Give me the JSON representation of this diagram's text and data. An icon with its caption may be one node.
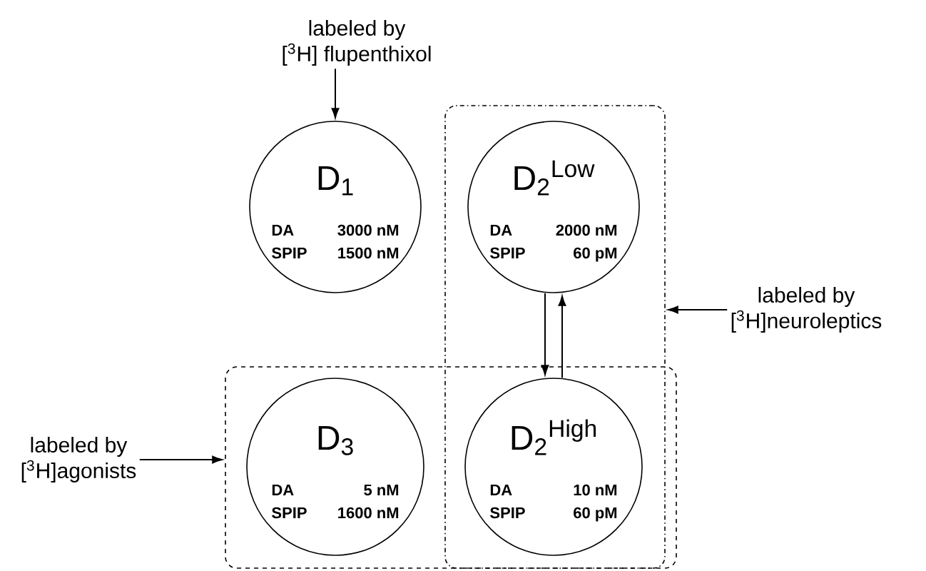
{
  "diagram": {
    "nodes": [
      {
        "text": [
          "labeled by",
          "[$^{3}$H] flupenthixol"
        ]
      },
      {
        "text": [
          "D$_{1}$",
          "DA",
          "3000 nM",
          "SPIP",
          "1500 nM"
        ]
      },
      {
        "text": [],
        "shape": "box"
      },
      {
        "text": [
          "D$_{2}$$^{Low}$",
          "DA",
          "2000 nM",
          "SPIP",
          "60 pM"
        ],
        "in": 2
      },
      {
        "text": [
          "labeled by",
          "[$^{3}$H]neuroleptics"
        ]
      },
      {
        "text": [
          "labeled by",
          "[$^{3}$H]agonists"
        ]
      },
      {
        "text": [],
        "shape": "box"
      },
      {
        "text": [
          "D$_{3}$",
          "DA",
          "5 nM",
          "SPIP",
          "1600 nM"
        ],
        "in": 6
      },
      {
        "text": [
          "D$_{2}$$^{High}$",
          "DA",
          "10 nM",
          "SPIP",
          "60 pM"
        ]
      }
    ],
    "edges": [
      {
        "from": 0,
        "to": 1,
        "arrow": "to"
      },
      {
        "from": 4,
        "to": 2,
        "arrow": "to"
      },
      {
        "from": 5,
        "to": 6,
        "arrow": "to"
      },
      {
        "from": 3,
        "to": 8,
        "arrow": "to"
      },
      {
        "from": 8,
        "to": 3,
        "arrow": "to"
      }
    ]
  }
}
